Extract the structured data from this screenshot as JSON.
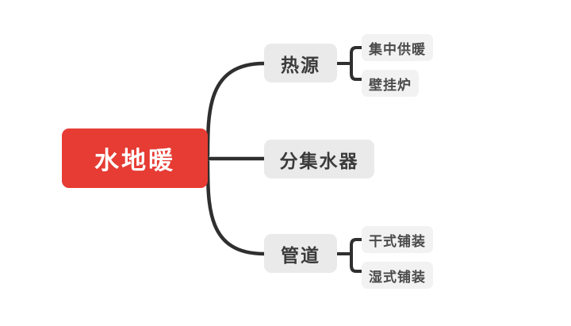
{
  "chart_data": {
    "type": "diagram",
    "diagram_kind": "mind-map",
    "title": "水地暖",
    "orientation": "left-to-right",
    "background": "#ffffff",
    "colors": {
      "root_fill": "#e63c34",
      "root_text": "#ffffff",
      "branch_fill": "#eaeaea",
      "branch_text": "#3b3b3b",
      "leaf_fill": "#f2f2f2",
      "leaf_text": "#4a4a4a",
      "edge": "#2f2f2f"
    },
    "root": {
      "label": "水地暖",
      "children": [
        {
          "label": "热源",
          "children": [
            {
              "label": "集中供暖"
            },
            {
              "label": "壁挂炉"
            }
          ]
        },
        {
          "label": "分集水器",
          "children": []
        },
        {
          "label": "管道",
          "children": [
            {
              "label": "干式铺装"
            },
            {
              "label": "湿式铺装"
            }
          ]
        }
      ]
    },
    "node_count": 8,
    "depth": 3
  },
  "map": {
    "root": {
      "label": "水地暖"
    },
    "branches": [
      {
        "label": "热源",
        "leaves": [
          {
            "label": "集中供暖"
          },
          {
            "label": "壁挂炉"
          }
        ]
      },
      {
        "label": "分集水器",
        "leaves": []
      },
      {
        "label": "管道",
        "leaves": [
          {
            "label": "干式铺装"
          },
          {
            "label": "湿式铺装"
          }
        ]
      }
    ]
  }
}
